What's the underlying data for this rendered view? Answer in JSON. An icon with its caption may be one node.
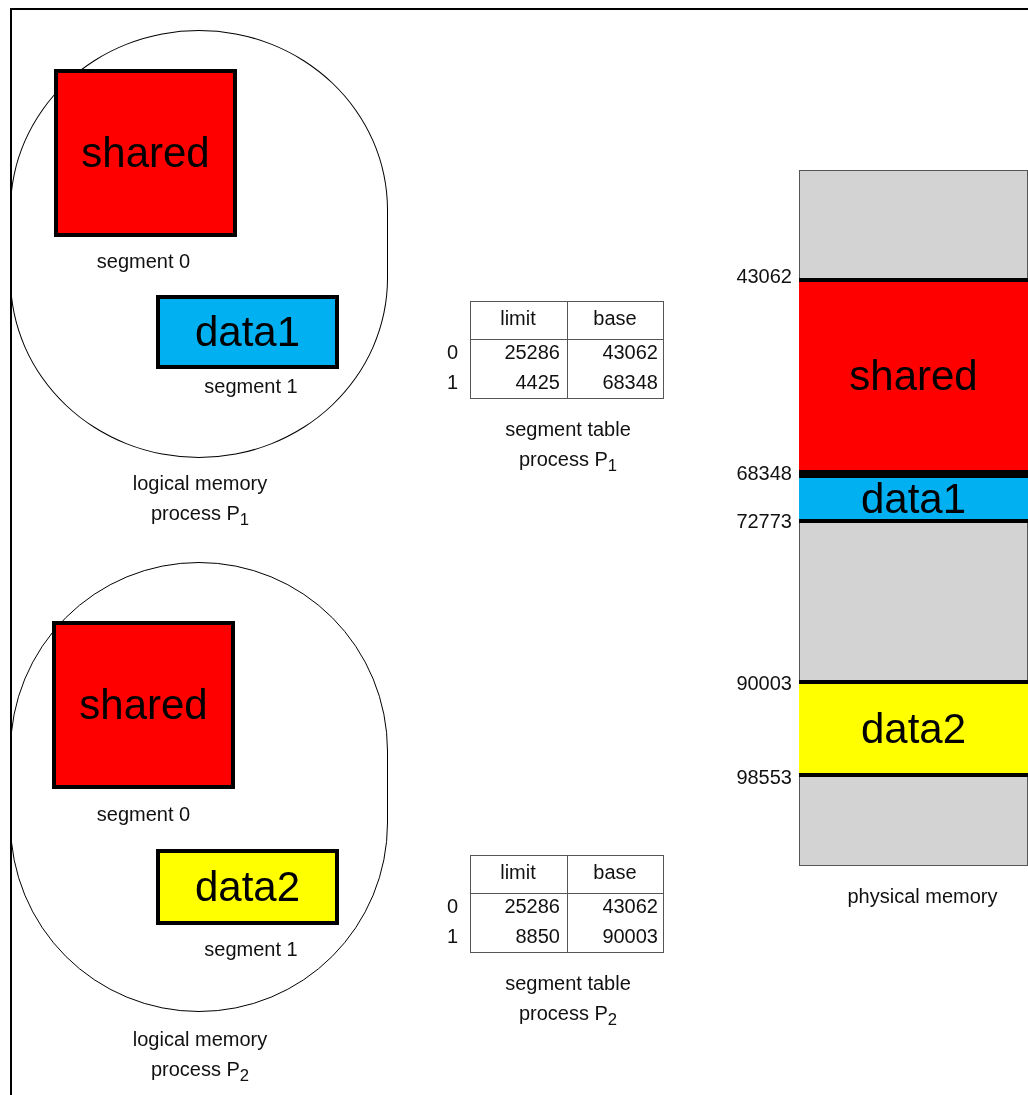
{
  "diagram": {
    "nodes": [
      {
        "text": [
          "logical memory process P$_{1}$"
        ]
      },
      {
        "text": [
          "shared"
        ],
        "in": 0,
        "beside": [
          "segment 0"
        ]
      },
      {
        "text": [
          "data1"
        ],
        "in": 0,
        "beside": [
          "segment 1"
        ]
      },
      {
        "text": [
          "logical memory process P$_{2}$"
        ]
      },
      {
        "text": [
          "shared"
        ],
        "in": 3,
        "beside": [
          "segment 0"
        ]
      },
      {
        "text": [
          "data2"
        ],
        "in": 3,
        "beside": [
          "segment 1"
        ]
      },
      {
        "text": [
          "physical memory"
        ]
      },
      {
        "text": [
          "shared"
        ],
        "in": 6
      },
      {
        "text": [
          "data1"
        ],
        "in": 6
      },
      {
        "text": [
          "data2"
        ],
        "in": 6
      }
    ],
    "labels": [
      "43062",
      "limit",
      "base",
      "0",
      "25286",
      "43062",
      "1",
      "4425",
      "68348",
      "segment table process P$_{1}$",
      "68348",
      "72773",
      "90003",
      "98553",
      "limit",
      "base",
      "0",
      "25286",
      "43062",
      "1",
      "8850",
      "90003",
      "segment table process P$_{2}$"
    ]
  }
}
